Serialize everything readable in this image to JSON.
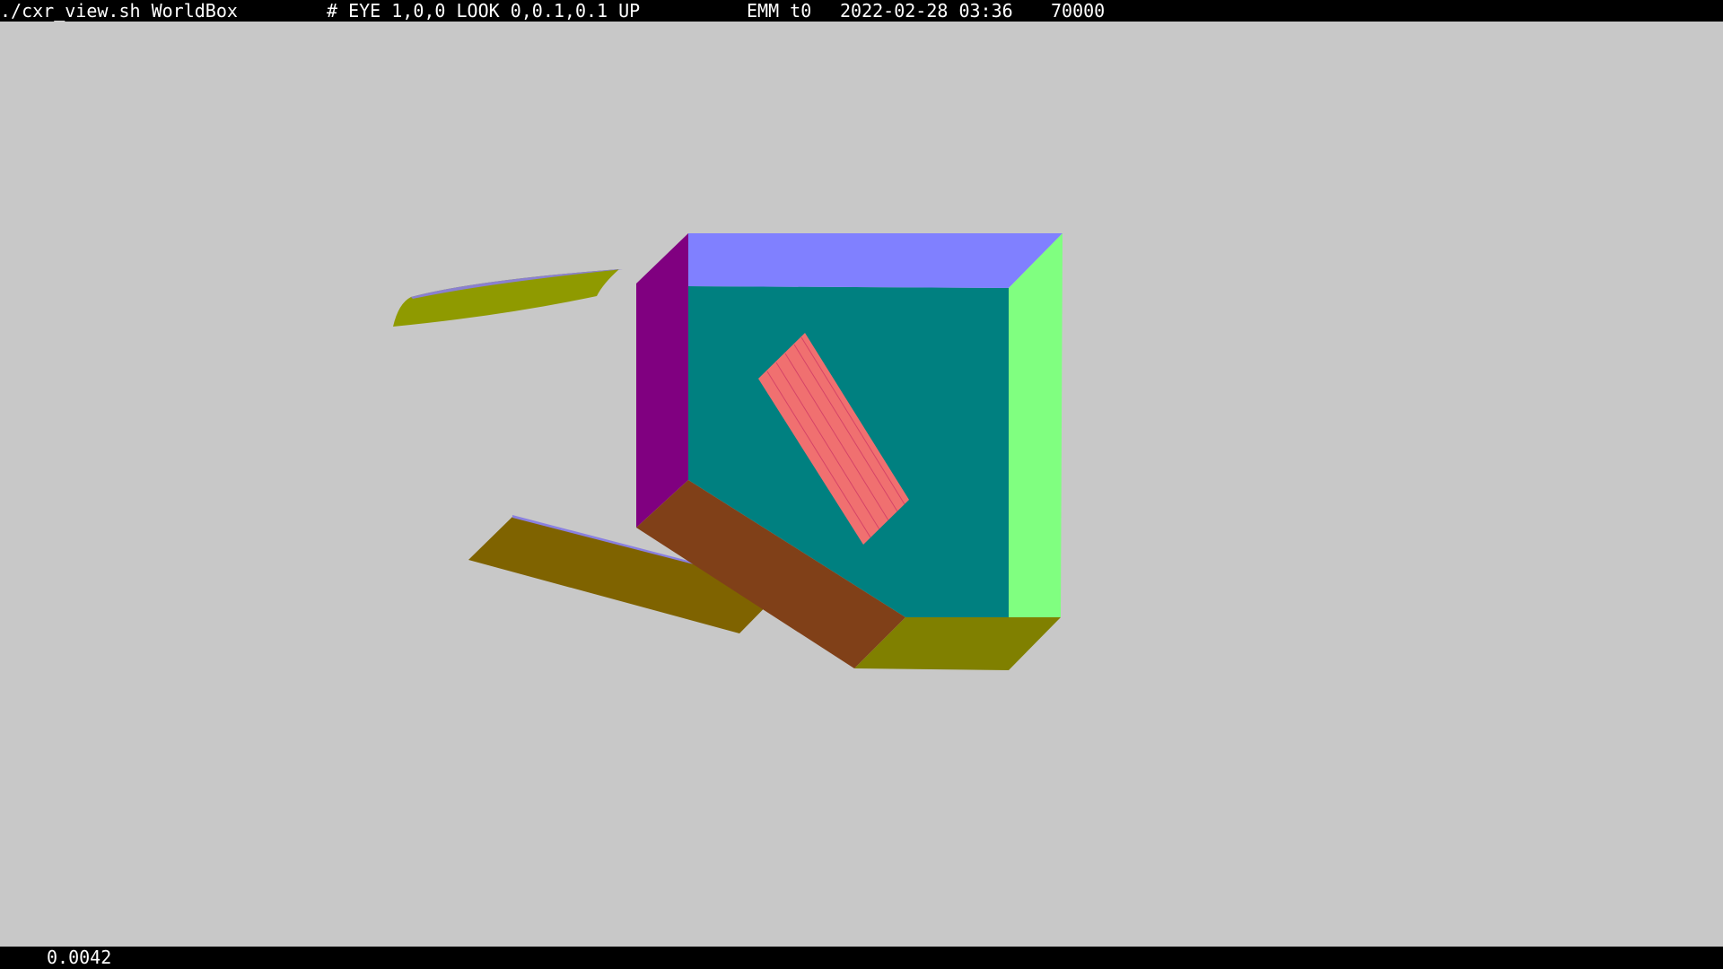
{
  "top_bar": {
    "command": "./cxr_view.sh WorldBox",
    "view_params": "# EYE 1,0,0 LOOK 0,0.1,0.1 UP",
    "emm": "EMM t0",
    "datetime": "2022-02-28 03:36",
    "count": "70000"
  },
  "bottom_bar": {
    "value": "0.0042"
  },
  "scene": {
    "background": "#c8c8c8",
    "box_back_face": "#008080",
    "box_top_face": "#8080ff",
    "box_right_face": "#80ff80",
    "box_left_face": "#800080",
    "box_bottom_face": "#808000",
    "box_bottom_left_face": "#804018",
    "floating_panel": "#7f6300",
    "curved_strip": "#8f9a00",
    "center_rect": "#f07070"
  }
}
